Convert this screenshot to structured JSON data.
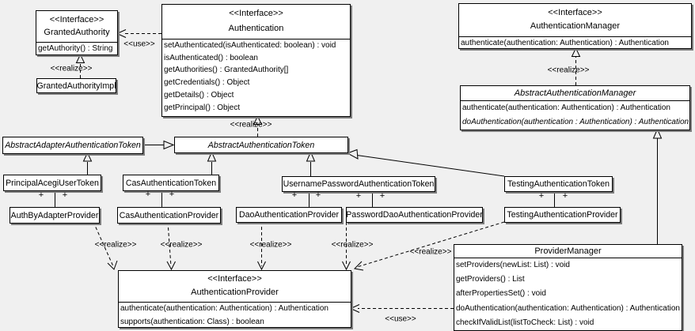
{
  "stereotypes": {
    "interface": "<<Interface>>",
    "realize": "<<realize>>",
    "use": "<<use>>",
    "plus": "+"
  },
  "colors": {
    "background": "#f0f0f0",
    "box_fill": "#ffffff",
    "line": "#000000",
    "shadow": "#7e7e7e"
  },
  "classes": {
    "granted_authority": {
      "stereotype": "<<Interface>>",
      "name": "GrantedAuthority",
      "methods": [
        "getAuthority() : String"
      ]
    },
    "granted_authority_impl": {
      "name": "GrantedAuthorityImpl"
    },
    "authentication": {
      "stereotype": "<<Interface>>",
      "name": "Authentication",
      "methods": [
        "setAuthenticated(isAuthenticated: boolean) : void",
        "isAuthenticated() : boolean",
        "getAuthorities() : GrantedAuthority[]",
        "getCredentials() : Object",
        "getDetails() : Object",
        "getPrincipal() : Object"
      ]
    },
    "authentication_manager": {
      "stereotype": "<<Interface>>",
      "name": "AuthenticationManager",
      "methods": [
        "authenticate(authentication: Authentication) : Authentication"
      ]
    },
    "abstract_authentication_manager": {
      "name": "AbstractAuthenticationManager",
      "methods": [
        "authenticate(authentication: Authentication) : Authentication",
        "doAuthentication(authentication : Authentication) : Authentication"
      ]
    },
    "abstract_adapter_authentication_token": {
      "name": "AbstractAdapterAuthenticationToken"
    },
    "abstract_authentication_token": {
      "name": "AbstractAuthenticationToken"
    },
    "principal_acegi_user_token": {
      "name": "PrincipalAcegiUserToken"
    },
    "cas_authentication_token": {
      "name": "CasAuthenticationToken"
    },
    "username_password_authentication_token": {
      "name": "UsernamePasswordAuthenticationToken"
    },
    "testing_authentication_token": {
      "name": "TestingAuthenticationToken"
    },
    "auth_by_adapter_provider": {
      "name": "AuthByAdapterProvider"
    },
    "cas_authentication_provider": {
      "name": "CasAuthenticationProvider"
    },
    "dao_authentication_provider": {
      "name": "DaoAuthenticationProvider"
    },
    "password_dao_authentication_provider": {
      "name": "PasswordDaoAuthenticationProvider"
    },
    "testing_authentication_provider": {
      "name": "TestingAuthenticationProvider"
    },
    "authentication_provider": {
      "stereotype": "<<Interface>>",
      "name": "AuthenticationProvider",
      "methods": [
        "authenticate(authentication: Authentication) : Authentication",
        "supports(authentication: Class) : boolean"
      ]
    },
    "provider_manager": {
      "name": "ProviderManager",
      "methods": [
        "setProviders(newList: List) : void",
        "getProviders() : List",
        "afterPropertiesSet() : void",
        "doAuthentication(authentication: Authentication) : Authentication",
        "checkIfValidList(listToCheck: List) : void"
      ]
    }
  }
}
